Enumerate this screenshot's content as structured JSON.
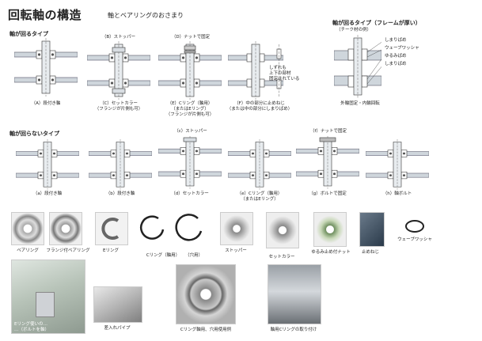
{
  "header": {
    "title": "回転軸の構造",
    "subtitle": "軸とベアリングのおさまり"
  },
  "section_rotating": {
    "label": "軸が回るタイプ",
    "frame_label": "軸が回るタイプ（フレームが厚い）",
    "frame_sub": "（チーク材の例）",
    "figures": [
      {
        "top": "",
        "caption": "（A）段付き軸",
        "caption2": ""
      },
      {
        "top": "（B）ストッパー",
        "caption": "（C）セットカラー",
        "caption2": "（フランジが片側も可）"
      },
      {
        "top": "（D）ナットで固定",
        "caption": "（E）Cリング（軸用）",
        "caption2": "（またはEリング）",
        "caption3": "（フランジが片側も可）"
      },
      {
        "top": "",
        "caption": "（F）中の部分に止めねじ",
        "caption2": "（または中の部分にしまりばめ）",
        "note1": "しずれも",
        "note2": "上下の部材",
        "note3": "固定されている"
      },
      {
        "top": "",
        "caption": "外輪固定・内輪回転",
        "caption2": ""
      }
    ],
    "callouts": [
      "しまりばめ",
      "ウェーブワッシャ",
      "ゆるみばめ",
      "しまりばめ"
    ]
  },
  "section_fixed": {
    "label": "軸が回らないタイプ",
    "figures": [
      {
        "top": "",
        "caption": "（a）段付き軸",
        "caption2": ""
      },
      {
        "top": "",
        "caption": "（b）段付き軸",
        "caption2": ""
      },
      {
        "top": "（c）ストッパー",
        "caption": "（d）セットカラー",
        "caption2": ""
      },
      {
        "top": "",
        "caption": "（e）Cリング（軸用）",
        "caption2": "（またはEリング）"
      },
      {
        "top": "（f）ナットで固定",
        "caption": "（g）ボルトで固定",
        "caption2": ""
      },
      {
        "top": "",
        "caption": "（h）軸ボルト",
        "caption2": ""
      }
    ]
  },
  "parts": [
    "ベアリング",
    "フランジ付ベアリング",
    "Eリング",
    "Cリング（軸用）",
    "（穴用）",
    "ストッパー",
    "セットカラー",
    "ゆるみ止め付ナット",
    "止めねじ",
    "ウェーブワッシャ"
  ],
  "photos": [
    {
      "caption": "Eリング使いの…",
      "caption2": "…（ボルトを軸）"
    },
    {
      "caption": "差入れパイプ"
    },
    {
      "caption": "Cリング軸用、穴用使用例"
    },
    {
      "caption": "軸用Cリングの取り付け"
    }
  ]
}
